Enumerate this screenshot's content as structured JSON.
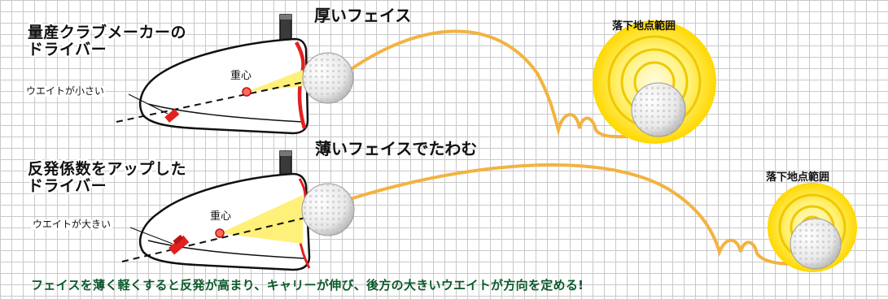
{
  "top": {
    "title_line1": "量産クラブメーカーの",
    "title_line2": "ドライバー",
    "face_label": "厚いフェイス",
    "weight_label": "ウエイトが小さい",
    "cg_label": "重心",
    "landing_label": "落下地点範囲"
  },
  "bottom": {
    "title_line1": "反発係数をアップした",
    "title_line2": "ドライバー",
    "face_label": "薄いフェイスでたわむ",
    "weight_label": "ウエイトが大きい",
    "cg_label": "重心",
    "landing_label": "落下地点範囲"
  },
  "footer": "フェイスを薄く軽くすると反発が高まり、キャリーが伸び、後方の大きいウエイトが方向を定める!",
  "colors": {
    "trajectory": "#f2b341",
    "face_red": "#e32020",
    "footer_green": "#0b5a2a",
    "landing_yellow": "#ffe21a"
  }
}
